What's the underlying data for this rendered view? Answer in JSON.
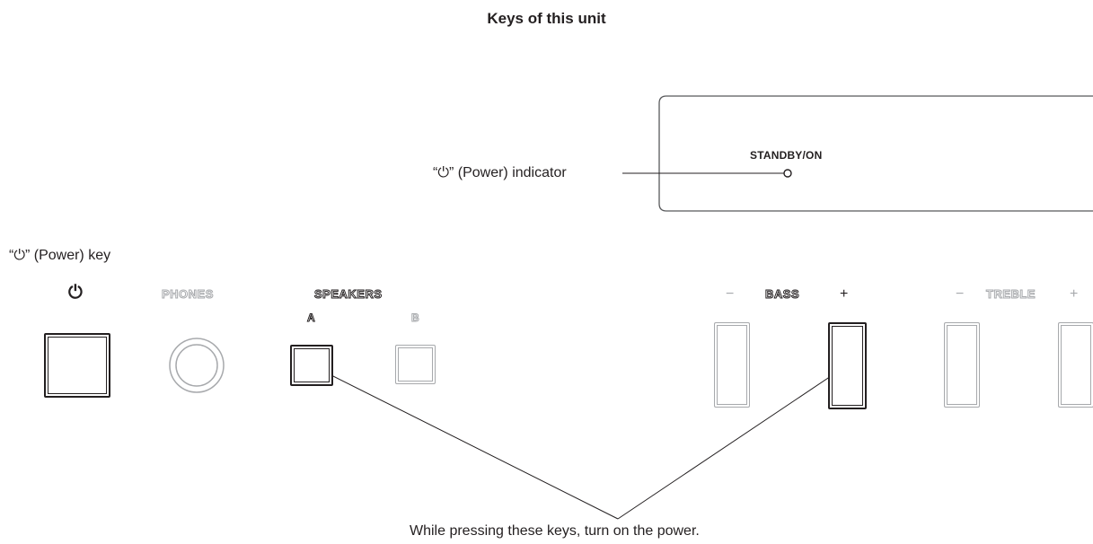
{
  "title": "Keys of this unit",
  "callouts": {
    "power_indicator": "“⏻” (Power) indicator",
    "power_key": "“⏻” (Power) key",
    "bottom_note": "While pressing these keys, turn on the power."
  },
  "display_panel": {
    "standby_label": "STANDBY/ON"
  },
  "front_panel": {
    "power_symbol": "⏻",
    "phones_label": "PHONES",
    "speakers_label": "SPEAKERS",
    "speaker_a_label": "A",
    "speaker_b_label": "B",
    "bass_label": "BASS",
    "treble_label": "TREBLE",
    "minus": "−",
    "plus": "+"
  },
  "colors": {
    "ink": "#231f20",
    "muted": "#a7a9ac"
  }
}
